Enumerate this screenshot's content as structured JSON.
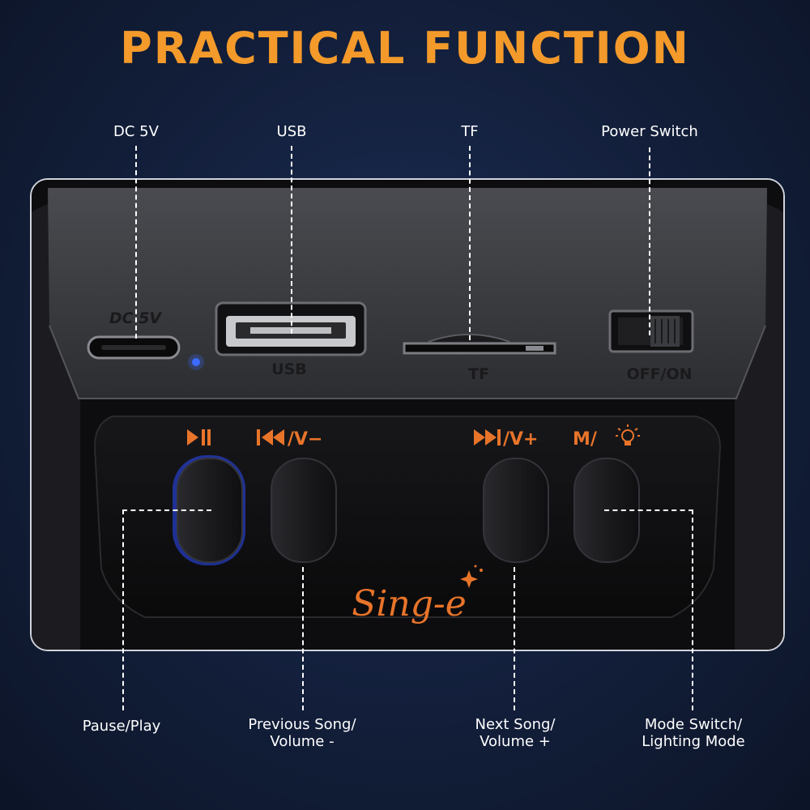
{
  "title": "PRACTICAL FUNCTION",
  "callouts": {
    "dc5v": "DC 5V",
    "usb": "USB",
    "tf": "TF",
    "power_switch": "Power Switch",
    "pause_play": "Pause/Play",
    "previous_song": [
      "Previous Song/",
      "Volume -"
    ],
    "next_song": [
      "Next Song/",
      "Volume +"
    ],
    "mode_switch": [
      "Mode Switch/",
      "Lighting Mode"
    ]
  },
  "device": {
    "port_labels": {
      "dc5v": "DC 5V",
      "usb": "USB",
      "tf": "TF",
      "switch": "OFF/ON"
    },
    "button_labels": {
      "play_pause_icon": "play-pause-icon",
      "prev": "/V−",
      "next": "/V+",
      "mode": "M/"
    },
    "logo": "Sing-e",
    "colors": {
      "accent": "#f39a2b",
      "button_label": "#e8742a",
      "led": "#3b6bff",
      "body": "#111114",
      "upper_panel": "#3a3b3f"
    }
  }
}
